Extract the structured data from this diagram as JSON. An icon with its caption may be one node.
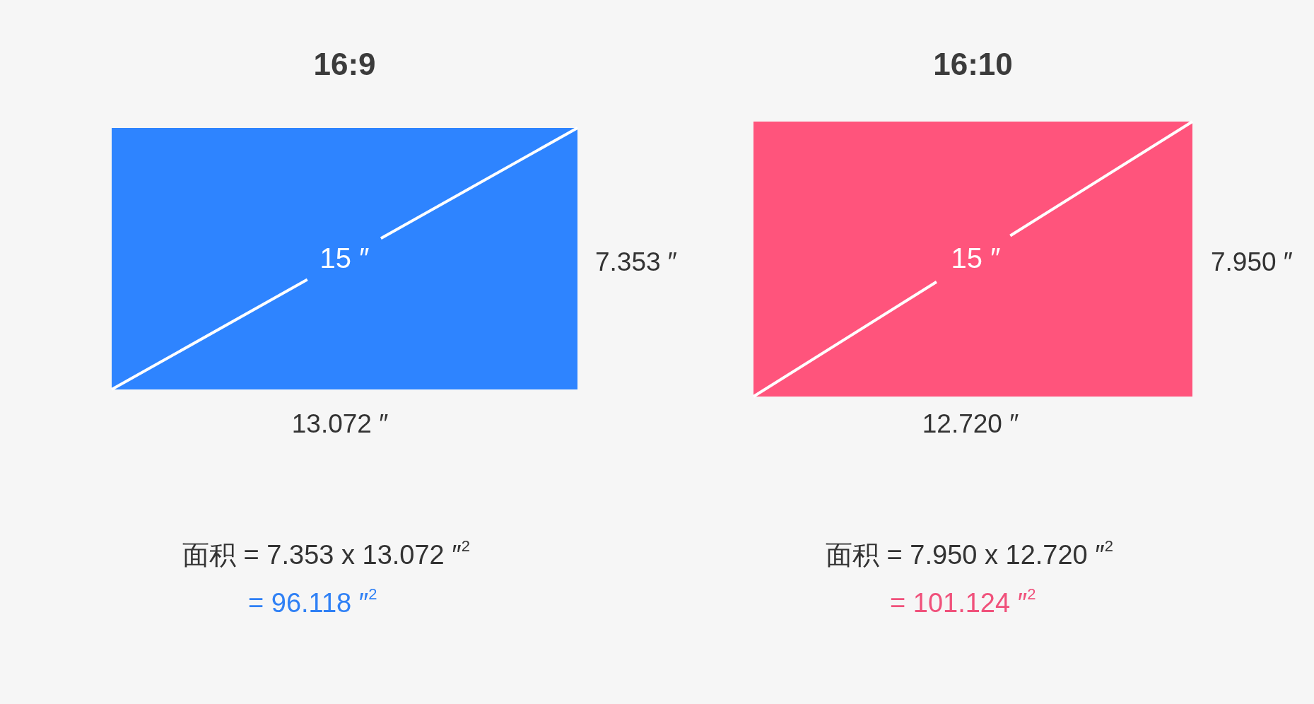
{
  "diagram": {
    "nodes": [
      {
        "text": [
          "16:9",
          "15 ″"
        ],
        "beside": [
          "7.353 ″",
          "13.072 ″"
        ]
      },
      {
        "text": [
          "16:10",
          "15 ″"
        ],
        "beside": [
          "7.950 ″",
          "12.720 ″"
        ]
      }
    ],
    "labels": [
      "面积 = 7.353 x 13.072 ″$^{2}$",
      "= 96.118 ″$^{2}$",
      "面积 = 7.950 x 12.720 ″$^{2}$",
      "= 101.124 ″$^{2}$"
    ]
  }
}
